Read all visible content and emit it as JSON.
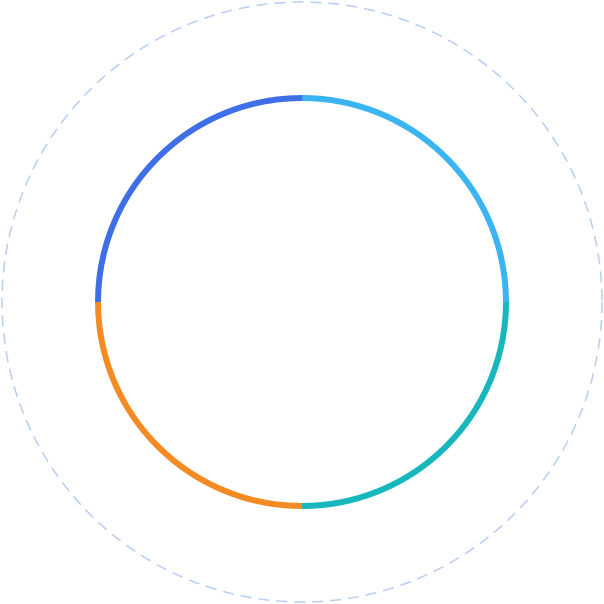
{
  "graphic": {
    "outer_ring": {
      "style": "dashed",
      "color": "#b7cdf5"
    },
    "inner_ring": {
      "segments": [
        {
          "quadrant": "top-right",
          "color": "#3bb4f2"
        },
        {
          "quadrant": "bottom-right",
          "color": "#16b8bd"
        },
        {
          "quadrant": "bottom-left",
          "color": "#f58a23"
        },
        {
          "quadrant": "top-left",
          "color": "#3e6fe6"
        }
      ]
    }
  }
}
